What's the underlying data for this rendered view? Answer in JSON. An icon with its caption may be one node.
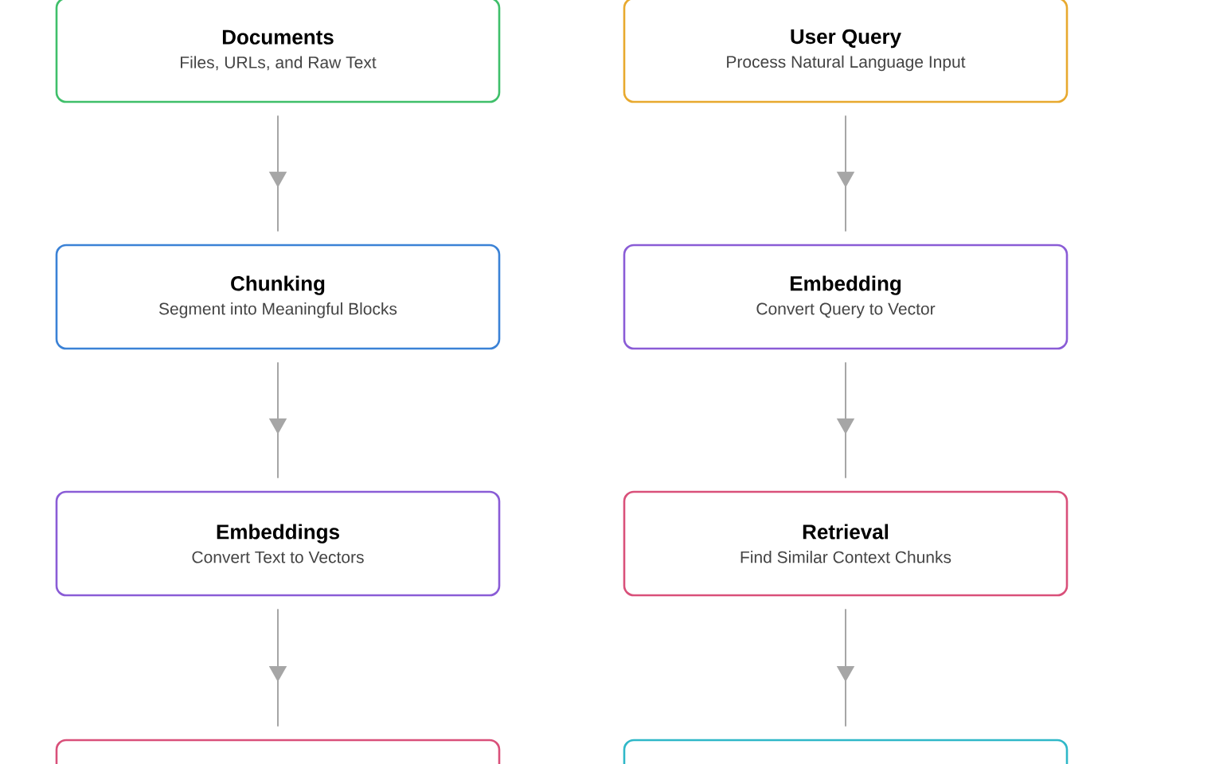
{
  "diagram": {
    "nodes": [
      {
        "text": [
          "Documents",
          "Files, URLs, and Raw Text"
        ]
      },
      {
        "text": [
          "User Query",
          "Process Natural Language Input"
        ]
      },
      {
        "text": [
          "Chunking",
          "Segment into Meaningful Blocks"
        ]
      },
      {
        "text": [
          "Embedding",
          "Convert Query to Vector"
        ]
      },
      {
        "text": [
          "Embeddings",
          "Convert Text to Vectors"
        ]
      },
      {
        "text": [
          "Retrieval",
          "Find Similar Context Chunks"
        ]
      },
      {
        "text": [],
        "shape": "box"
      },
      {
        "text": [],
        "shape": "box"
      }
    ],
    "edges": [
      {
        "from": 0,
        "to": 2,
        "arrow": "to"
      },
      {
        "from": 1,
        "to": 3,
        "arrow": "to"
      },
      {
        "from": 2,
        "to": 4,
        "arrow": "to"
      },
      {
        "from": 3,
        "to": 5,
        "arrow": "to"
      },
      {
        "from": 4,
        "to": 6,
        "arrow": "to"
      },
      {
        "from": 5,
        "to": 7,
        "arrow": "to"
      }
    ]
  }
}
